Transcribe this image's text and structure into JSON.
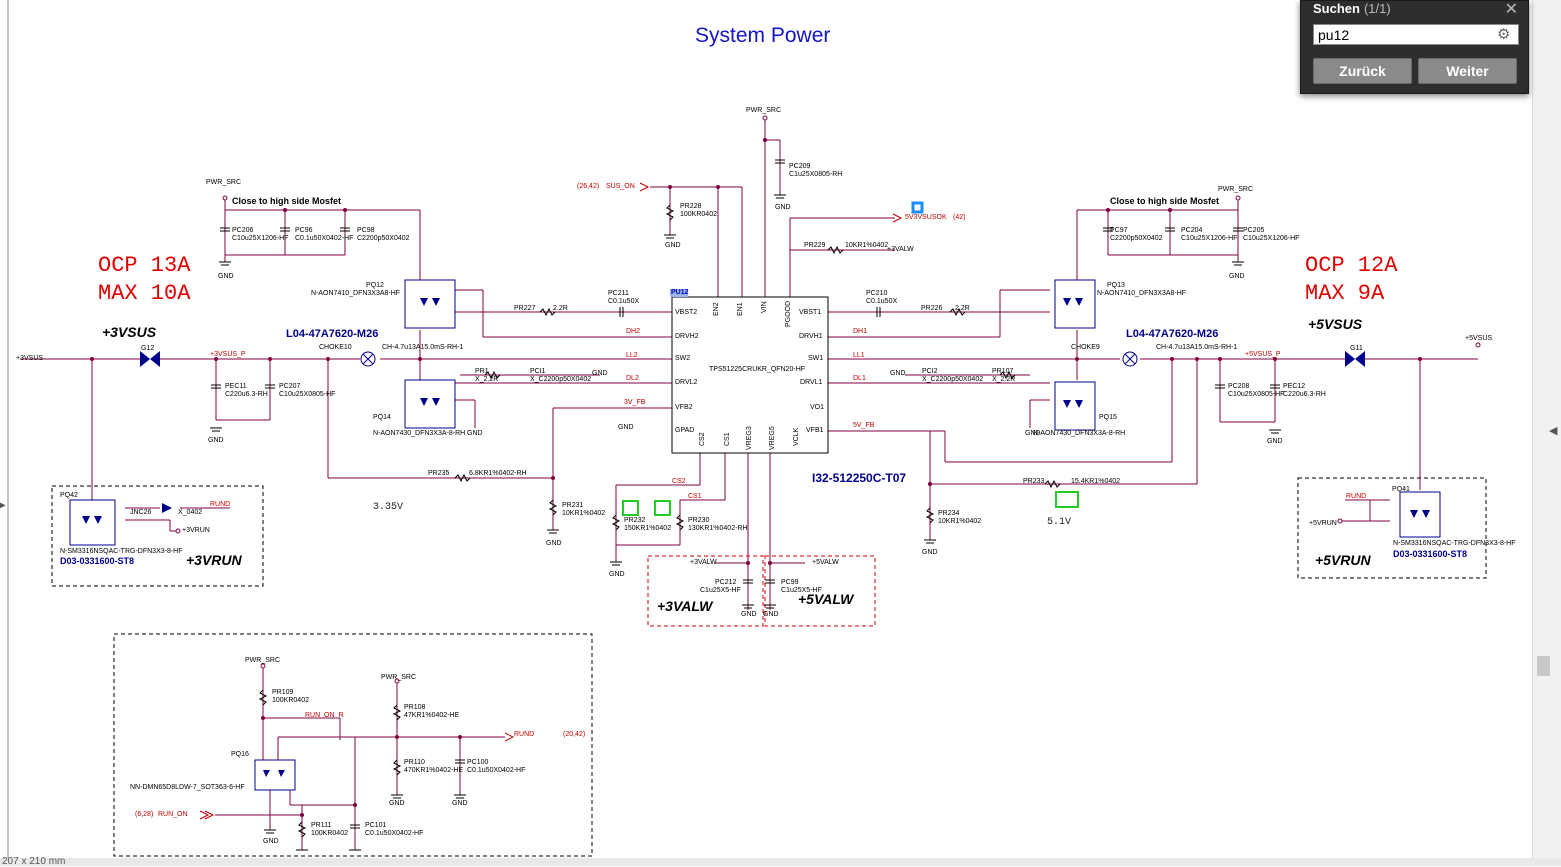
{
  "document": {
    "title": "System Power",
    "ocp_left": {
      "line1": "OCP 13A",
      "line2": "MAX 10A"
    },
    "ocp_right": {
      "line1": "OCP 12A",
      "line2": "MAX 9A"
    },
    "rails": {
      "v3sus": "+3VSUS",
      "v5sus": "+5VSUS",
      "v3run": "+3VRUN",
      "v5run": "+5VRUN",
      "v3alw": "+3VALW",
      "v5alw": "+5VALW"
    },
    "chokes": {
      "left": "L04-47A7620-M26",
      "right": "L04-47A7620-M26"
    },
    "chip_part": "I32-512250C-T07",
    "parts_left": "D03-0331600-ST8",
    "parts_right": "D03-0331600-ST8",
    "voltage_labels": {
      "v1": "3.35V",
      "v2": "5.1V"
    },
    "notes": {
      "left": "Close to high side Mosfet",
      "right": "Close to high side Mosfet"
    },
    "ic": {
      "ref": "PU12",
      "part": "TPS51225CRUKR_QFN20-HF",
      "pins_left": [
        "VBST2",
        "DRVH2",
        "SW2",
        "DRVL2",
        "VFB2",
        "GPAD"
      ],
      "pins_right": [
        "VBST1",
        "DRVH1",
        "SW1",
        "DRVL1",
        "VO1",
        "VFB1"
      ],
      "pins_top": [
        "EN2",
        "EN1",
        "VIN",
        "PGOOD"
      ],
      "pins_bottom": [
        "CS2",
        "CS1",
        "VREG3",
        "VREG5",
        "VCLK"
      ]
    },
    "labels": {
      "pwr_src": "PWR_SRC",
      "gnd": "GND",
      "sus_on": "SUS_ON",
      "sus_on_ref": "(26,42)",
      "v5v3vsusok": "5V3VSUSOK",
      "v5v3vsusok_ref": "(42)",
      "pc209": "PC209",
      "pc209_val": "C1u25X0805-RH",
      "pr228": "PR228",
      "pr228_val": "100KR0402",
      "pr229": "PR229",
      "pr229_val": "10KR1%0402",
      "p3valw": "+3VALW",
      "p5valw": "+5VALW",
      "pc206": "PC206",
      "pc206_val": "C10u25X1206-HF",
      "pc96": "PC96",
      "pc96_val": "C0.1u50X0402-HF",
      "pc98": "PC98",
      "pc98_val": "C2200p50X0402",
      "pc97": "PC97",
      "pc97_val": "C2200p50X0402",
      "pc204": "PC204",
      "pc204_val": "C10u25X1206-HF",
      "pc205": "PC205",
      "pc205_val": "C10u25X1206-HF",
      "pq12": "PQ12",
      "pq12_val": "N-AON7410_DFN3X3A8-HF",
      "pq13": "PQ13",
      "pq13_val": "N-AON7410_DFN3X3A8-HF",
      "pq14": "PQ14",
      "pq14_val": "N-AON7430_DFN3X3A-8-RH",
      "pq15": "PQ15",
      "pq15_val": "N-AON7430_DFN3X3A-8-RH",
      "pr227": "PR227",
      "pr227_val": "2.2R",
      "pc211": "PC211",
      "pc211_val": "C0.1u50X",
      "pc210": "PC210",
      "pc210_val": "C0.1u50X",
      "pr226": "PR226",
      "pr226_val": "2.2R",
      "choke10": "CHOKE10",
      "choke9": "CHOKE9",
      "choke_val": "CH-4.7u13A15.0mS-RH-1",
      "v3vsus_in": "+3VSUS",
      "v3vsus_p": "+3VSUS_P",
      "v5vsus_p": "+5VSUS_P",
      "v5vsus_out": "+5VSUS",
      "g12": "G12",
      "g11": "G11",
      "pec11": "PEC11",
      "pec11_val": "C220u6.3-RH",
      "pc207": "PC207",
      "pc207_val": "C10u25X0805-HF",
      "pc208": "PC208",
      "pc208_val": "C10u25X0805-HF",
      "pec12": "PEC12",
      "pec12_val": "C220u6.3-RH",
      "pr235": "PR235",
      "pr235_val": "6.8KR1%0402-RH",
      "pr233": "PR233",
      "pr233_val": "15.4KR1%0402",
      "pr231": "PR231",
      "pr231_val": "10KR1%0402",
      "pr234": "PR234",
      "pr234_val": "10KR1%0402",
      "pr232": "PR232",
      "pr232_val": "150KR1%0402",
      "pr230": "PR230",
      "pr230_val": "130KR1%0402-RH",
      "pc212": "PC212",
      "pc212_val": "C1u25X5-HF",
      "pc99": "PC99",
      "pc99_val": "C1u25X5-HF",
      "pq42": "PQ42",
      "pq41": "PQ41",
      "pq42_val": "N-SM3316NSQAC-TRG-DFN3X3-8-HF",
      "pq41_val": "N-SM3316NSQAC-TRG-DFN3X3-8-HF",
      "jnc26": "JNC26",
      "x0402": "X_0402",
      "rund": "RUND",
      "v3run_lbl": "+3VRUN",
      "v5run_lbl": "+5VRUN",
      "pr109": "PR109",
      "pr109_val": "100KR0402",
      "pr108": "PR108",
      "pr108_val": "47KR1%0402-HE",
      "pr110": "PR110",
      "pr110_val": "470KR1%0402-HE",
      "pc100": "PC100",
      "pc100_val": "C0.1u50X0402-HF",
      "pr111": "PR111",
      "pr111_val": "100KR0402",
      "pc101": "PC101",
      "pc101_val": "C0.1u50X0402-HF",
      "pq16": "PQ16",
      "pq16_val": "NN-DMN65D8LDW-7_SOT363-6-HF",
      "run_on_r": "RUN_ON_R",
      "run_on": "RUN_ON",
      "run_on_ref": "(6,28)",
      "rund_out": "RUND",
      "rund_ref": "(20,42)",
      "pr1": "PR1",
      "pr1_val": "X_2.2R",
      "pci1": "PCI1",
      "pci1_val": "X_C2200p50X0402",
      "pci2": "PCI2",
      "pci2_val": "X_C2200p50X0402",
      "pr107": "PR107",
      "pr107_val": "X_2.2R",
      "dh2": "DH2",
      "ll2": "LL2",
      "dl2": "DL2",
      "v3fb": "3V_FB",
      "dh1": "DH1",
      "ll1": "LL1",
      "dl1": "DL1",
      "v5fb": "5V_FB",
      "cs2": "CS2",
      "cs1": "CS1",
      "p5vsus_top": "+5VSUS",
      "p3vsus_left": "+3VSUS"
    }
  },
  "search": {
    "title": "Suchen",
    "count": "(1/1)",
    "query": "pu12",
    "back_label": "Zurück",
    "next_label": "Weiter",
    "close_glyph": "✕",
    "gear_glyph": "⚙"
  },
  "status": {
    "text": "207 x 210 mm"
  },
  "colors": {
    "wire": "#800040",
    "net_label": "#c00000",
    "title": "#1414c8",
    "ocp": "#e00000",
    "highlight": "#22cc22",
    "search_panel": "#2e2e2e"
  }
}
